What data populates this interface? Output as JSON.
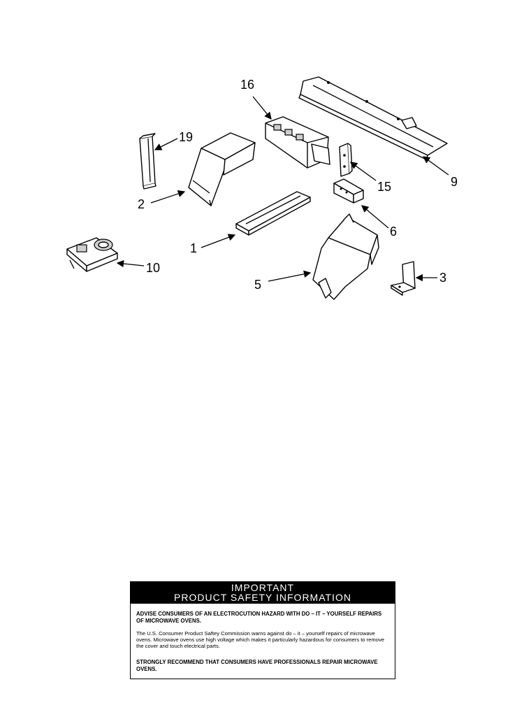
{
  "diagram": {
    "parts": [
      {
        "id": "16",
        "name": "part-16"
      },
      {
        "id": "19",
        "name": "part-19"
      },
      {
        "id": "9",
        "name": "part-9"
      },
      {
        "id": "2",
        "name": "part-2"
      },
      {
        "id": "15",
        "name": "part-15"
      },
      {
        "id": "6",
        "name": "part-6"
      },
      {
        "id": "1",
        "name": "part-1"
      },
      {
        "id": "10",
        "name": "part-10"
      },
      {
        "id": "5",
        "name": "part-5"
      },
      {
        "id": "3",
        "name": "part-3"
      }
    ],
    "colors": {
      "line": "#000000",
      "background": "#ffffff"
    }
  },
  "notice": {
    "title_line1": "IMPORTANT",
    "title_line2": "PRODUCT  SAFETY  INFORMATION",
    "advise": "ADVISE CONSUMERS OF AN ELECTROCUTION HAZARD WITH DO – IT – YOURSELF REPAIRS OF MICROWAVE OVENS.",
    "paragraph": "The U.S. Consumer Product Saftey Commission warns against do – it – yourself repairs of microwave ovens. Microwave ovens use high voltage which makes it particularly hazardous for consumers to remove the cover and touch electrical parts.",
    "recommend": "STRONGLY RECOMMEND THAT CONSUMERS HAVE PROFESSIONALS  REPAIR MICROWAVE  OVENS."
  }
}
